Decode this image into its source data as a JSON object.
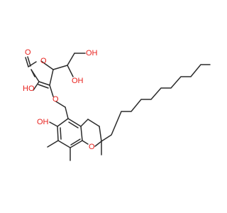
{
  "colors": {
    "bond": "#2b2b2b",
    "oxygen": "#e8201c",
    "carbon": "#2b2b2b",
    "background": "#ffffff"
  },
  "atom_labels": {
    "lactone_carbonyl_O": "O",
    "ring_O_furanone": "O",
    "enol_OH": "HO",
    "ether_O": "O",
    "side_OH_1": "OH",
    "side_OH_2": "OH",
    "phenol_OH": "OH",
    "chroman_O": "O"
  },
  "structure": {
    "atoms": [
      "C",
      "O",
      "C",
      "C",
      "C",
      "C",
      "O",
      "O",
      "C",
      "C",
      "O",
      "C",
      "O",
      "C",
      "C",
      "C",
      "C",
      "C",
      "C",
      "O",
      "C",
      "C",
      "C",
      "C",
      "O",
      "C",
      "C",
      "C",
      "C",
      "C",
      "C",
      "C",
      "C",
      "C",
      "C",
      "C",
      "C",
      "C",
      "C",
      "C",
      "C",
      "C",
      "C",
      "C",
      "C"
    ],
    "bonds_description": "ascorbyl-chromanol ether with hexadecyl side chain"
  }
}
